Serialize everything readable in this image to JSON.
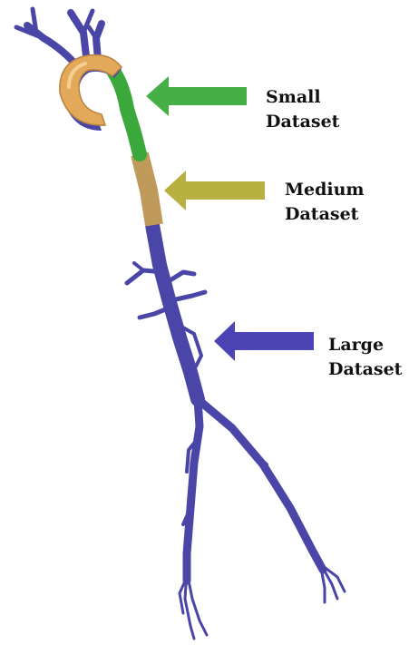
{
  "colors": {
    "small_region": "#3aa83a",
    "medium_region": "#c09a5a",
    "large_region": "#4a46a8",
    "arch": "#e2a95a",
    "small_arrow": "#46b046",
    "medium_arrow": "#b8b040",
    "large_arrow": "#4a44b4",
    "background": "#ffffff"
  },
  "labels": {
    "small": {
      "line1": "Small",
      "line2": "Dataset"
    },
    "medium": {
      "line1": "Medium",
      "line2": "Dataset"
    },
    "large": {
      "line1": "Large",
      "line2": "Dataset"
    }
  }
}
